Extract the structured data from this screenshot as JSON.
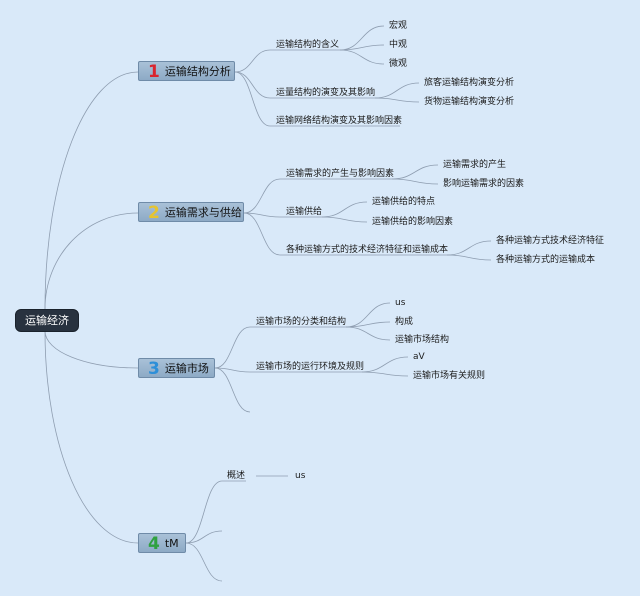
{
  "root": {
    "label": "运输经济"
  },
  "branches": [
    {
      "number": "1",
      "number_color": "#d9252f",
      "label": "运输结构分析",
      "children": [
        {
          "label": "运输结构的含义",
          "children": [
            "宏观",
            "中观",
            "微观"
          ]
        },
        {
          "label": "运量结构的演变及其影响",
          "children": [
            "旅客运输结构演变分析",
            "货物运输结构演变分析"
          ]
        },
        {
          "label": "运输网络结构演变及其影响因素",
          "children": []
        }
      ]
    },
    {
      "number": "2",
      "number_color": "#e6c430",
      "label": "运输需求与供给",
      "children": [
        {
          "label": "运输需求的产生与影响因素",
          "children": [
            "运输需求的产生",
            "影响运输需求的因素"
          ]
        },
        {
          "label": "运输供给",
          "children": [
            "运输供给的特点",
            "运输供给的影响因素"
          ]
        },
        {
          "label": "各种运输方式的技术经济特征和运输成本",
          "children": [
            "各种运输方式技术经济特征",
            "各种运输方式的运输成本"
          ]
        }
      ]
    },
    {
      "number": "3",
      "number_color": "#2e8fd8",
      "label": "运输市场",
      "children": [
        {
          "label": "运输市场的分类和结构",
          "children": [
            "us",
            "构成",
            "运输市场结构"
          ]
        },
        {
          "label": "运输市场的运行环境及规则",
          "children": [
            "aV",
            "运输市场有关规则"
          ]
        },
        {
          "label": "",
          "children": []
        }
      ]
    },
    {
      "number": "4",
      "number_color": "#2fa13f",
      "label": "tM",
      "children": [
        {
          "label": "概述",
          "children": [
            "us"
          ]
        },
        {
          "label": "",
          "children": []
        },
        {
          "label": "",
          "children": []
        }
      ]
    }
  ],
  "colors": {
    "background": "#d9e9f9",
    "connector": "#8e9db0",
    "root_fill": "#28323f",
    "branch_fill": "#9ab5cf"
  }
}
